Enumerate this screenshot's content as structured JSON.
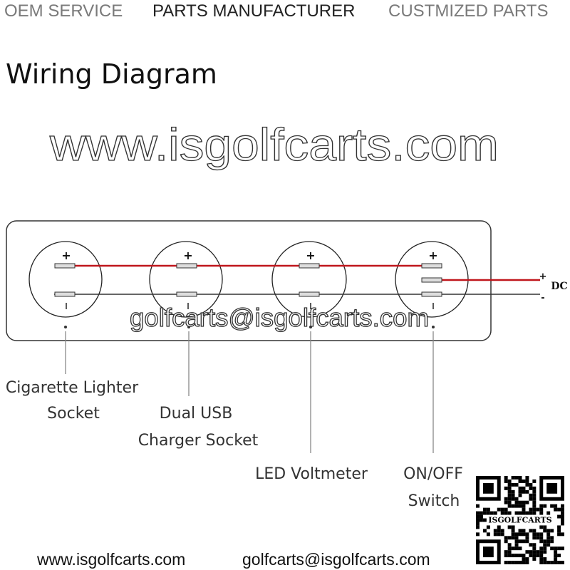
{
  "header": {
    "items": [
      {
        "label": "OEM SERVICE",
        "color": "#7a7a7a"
      },
      {
        "label": "PARTS MANUFACTURER",
        "color": "#222222"
      },
      {
        "label": "CUSTMIZED PARTS",
        "color": "#7a7a7a"
      }
    ]
  },
  "title": "Wiring Diagram",
  "diagram": {
    "plus_sign": "+",
    "minus_sign": "-",
    "dc_label": "DC",
    "dc_plus": "+",
    "dc_minus": "-",
    "positive_wire_color": "#c0161c",
    "components": [
      {
        "label_line1": "Cigarette Lighter",
        "label_line2": "Socket"
      },
      {
        "label_line1": "Dual USB",
        "label_line2": "Charger Socket"
      },
      {
        "label_line1": "LED Voltmeter"
      },
      {
        "label_line1": "ON/OFF",
        "label_line2": "Switch"
      }
    ],
    "watermark_url": "www.isgolfcarts.com",
    "watermark_email": "golfcarts@isgolfcarts.com"
  },
  "qr": {
    "logo_text": "ISGOLFCARTS"
  },
  "footer": {
    "website": "www.isgolfcarts.com",
    "email": "golfcarts@isgolfcarts.com"
  }
}
